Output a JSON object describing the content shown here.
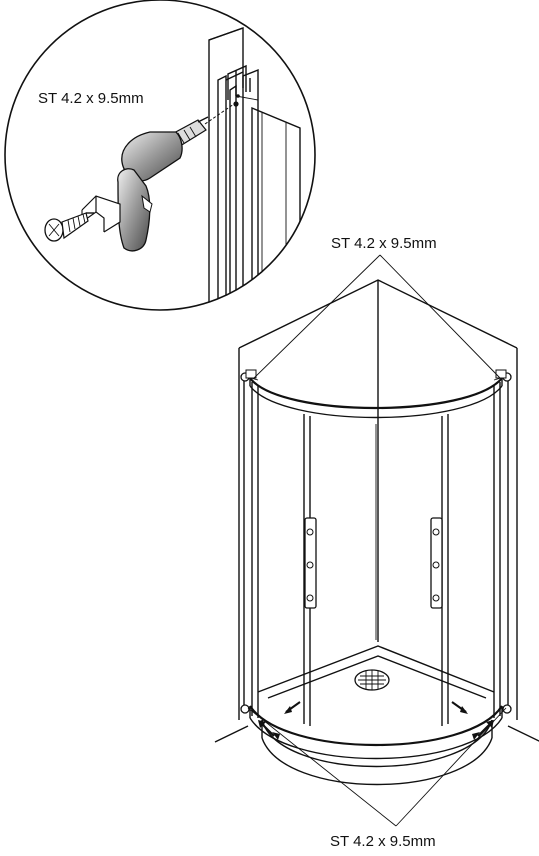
{
  "labels": {
    "detail_screw": "ST 4.2 x 9.5mm",
    "top_screw": "ST 4.2 x 9.5mm",
    "bottom_screw": "ST 4.2 x 9.5mm"
  },
  "colors": {
    "line": "#111111",
    "background": "#ffffff",
    "drill_shade": "#7a7a7a"
  }
}
